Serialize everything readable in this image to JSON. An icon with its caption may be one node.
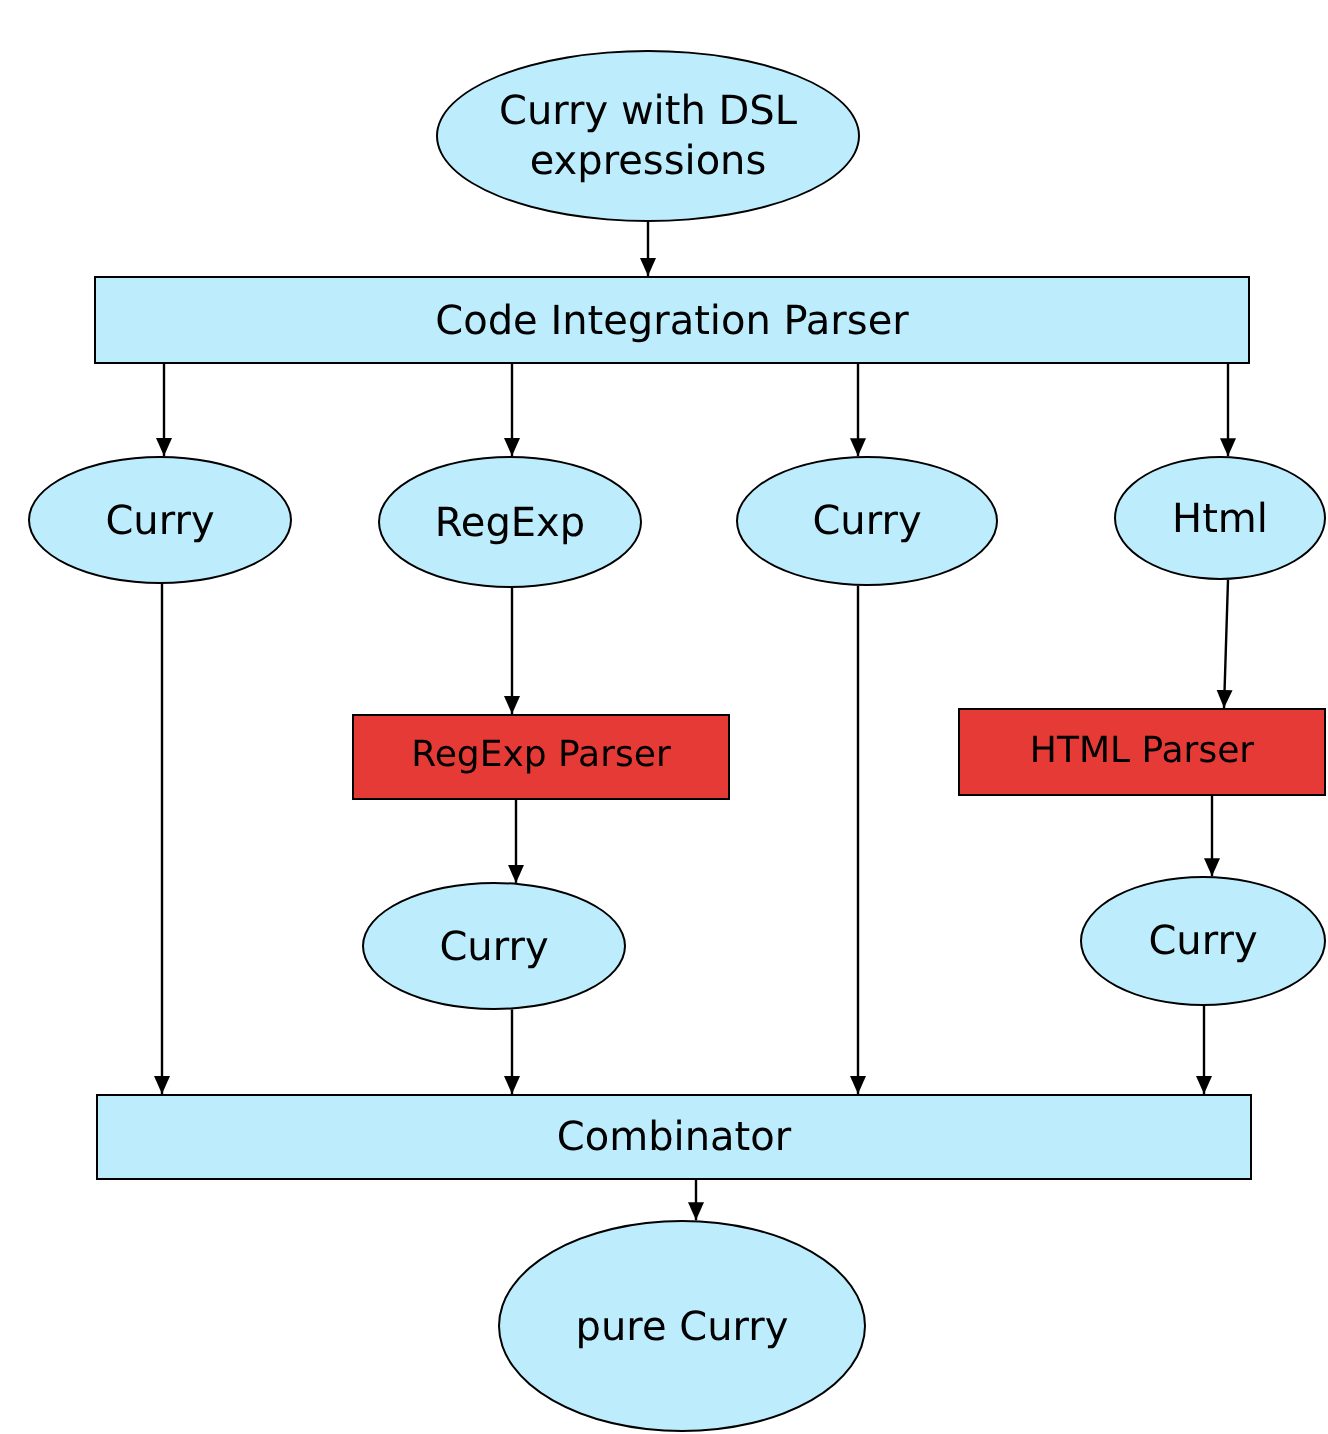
{
  "diagram": {
    "nodes": [
      {
        "text": [
          "Curry with DSL expressions"
        ]
      },
      {
        "text": [
          "Code Integration Parser"
        ]
      },
      {
        "text": [
          "Curry"
        ]
      },
      {
        "text": [
          "RegExp"
        ]
      },
      {
        "text": [
          "Curry"
        ]
      },
      {
        "text": [
          "Html"
        ]
      },
      {
        "text": [
          "RegExp Parser"
        ]
      },
      {
        "text": [
          "HTML Parser"
        ]
      },
      {
        "text": [
          "Curry"
        ]
      },
      {
        "text": [
          "Curry"
        ]
      },
      {
        "text": [
          "Combinator"
        ]
      },
      {
        "text": [
          "pure Curry"
        ]
      }
    ],
    "edges": [
      {
        "from": 0,
        "to": 1,
        "arrow": "to"
      },
      {
        "from": 1,
        "to": 2,
        "arrow": "to"
      },
      {
        "from": 1,
        "to": 3,
        "arrow": "to"
      },
      {
        "from": 1,
        "to": 4,
        "arrow": "to"
      },
      {
        "from": 1,
        "to": 5,
        "arrow": "to"
      },
      {
        "from": 3,
        "to": 6,
        "arrow": "to"
      },
      {
        "from": 5,
        "to": 7,
        "arrow": "to"
      },
      {
        "from": 6,
        "to": 8,
        "arrow": "to"
      },
      {
        "from": 7,
        "to": 9,
        "arrow": "to"
      },
      {
        "from": 2,
        "to": 10,
        "arrow": "to"
      },
      {
        "from": 8,
        "to": 10,
        "arrow": "to"
      },
      {
        "from": 4,
        "to": 10,
        "arrow": "to"
      },
      {
        "from": 9,
        "to": 10,
        "arrow": "to"
      },
      {
        "from": 10,
        "to": 11,
        "arrow": "to"
      }
    ]
  }
}
